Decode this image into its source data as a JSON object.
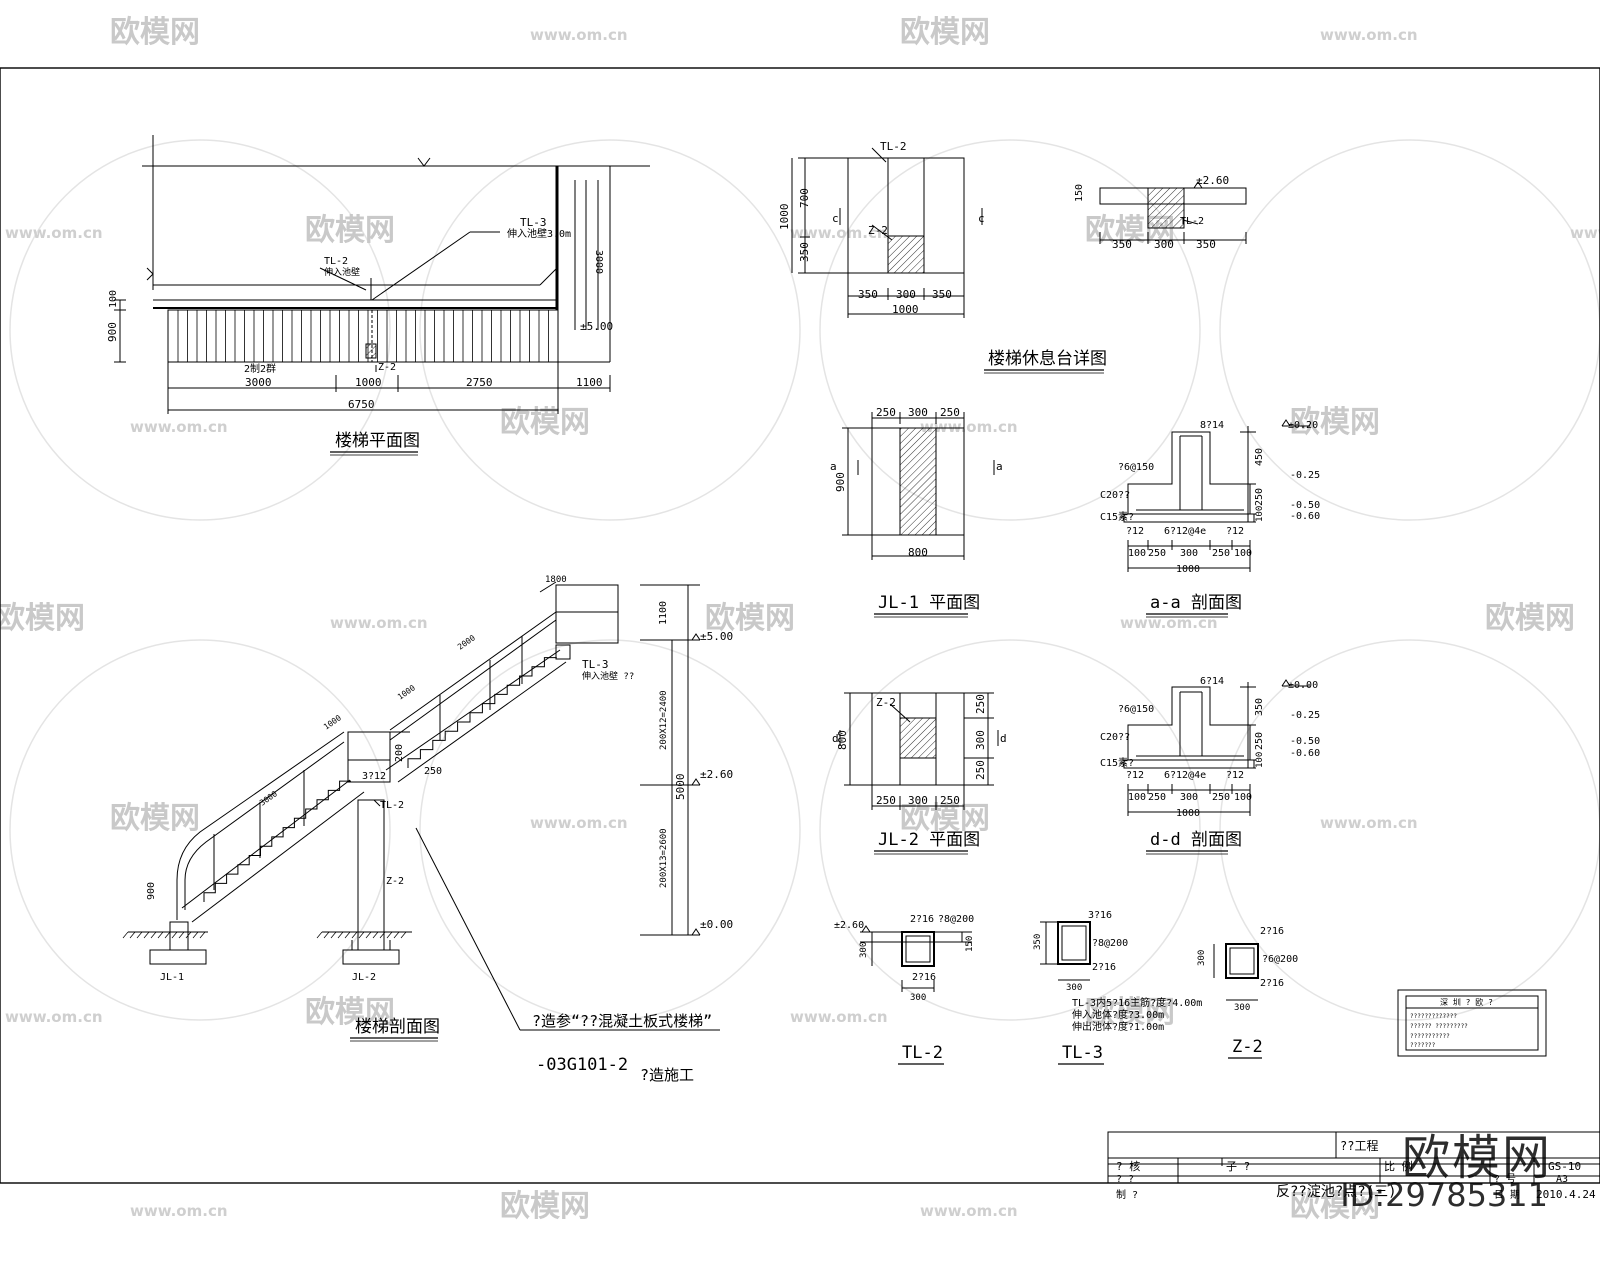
{
  "watermark": {
    "brand": "欧模网",
    "url": "www.om.cn",
    "id": "ID:29785311"
  },
  "stair_plan": {
    "title": "楼梯平面图",
    "tl3_label": "TL-3",
    "tl3_note": "伸入池壁3.0m",
    "tl2_label": "TL-2",
    "tl2_note": "伸入池壁",
    "z2_label": "Z-2",
    "jl_label": "2制2群",
    "elev": "±5.00",
    "dims": [
      "3000",
      "1000",
      "2750",
      "1100",
      "6750",
      "900",
      "100",
      "3000"
    ]
  },
  "landing": {
    "title": "楼梯休息台详图",
    "tl2_label": "TL-2",
    "z2_label": "Z-2",
    "left_dims": [
      "1000",
      "700",
      "350"
    ],
    "bottom_dims": [
      "350",
      "300",
      "350",
      "1000"
    ],
    "cut_mark": "c",
    "sec_elev": "±2.60",
    "sec_h": "150",
    "sec_tl": "TL-2",
    "sec_dims": [
      "350",
      "300",
      "350"
    ]
  },
  "jl1": {
    "title": "JL-1 平面图",
    "top_dims": [
      "250",
      "300",
      "250"
    ],
    "bottom": "800",
    "left": "900",
    "cut": "a"
  },
  "aa": {
    "title": "a-a 剖面图",
    "top_bar": "8?14",
    "stirrup": "?6@150",
    "elev": [
      "±0.20",
      "-0.25",
      "-0.50",
      "-0.60"
    ],
    "concrete": "C20??",
    "base": "C15素?",
    "rebar": [
      "?12",
      "6?12@4e",
      "?12"
    ],
    "heights": [
      "450",
      "250",
      "100"
    ],
    "dims": [
      "100",
      "250",
      "300",
      "250",
      "100",
      "1000"
    ]
  },
  "jl2": {
    "title": "JL-2 平面图",
    "top_label": "Z-2",
    "right_dims": [
      "250",
      "300",
      "250"
    ],
    "bottom_dims": [
      "250",
      "300",
      "250"
    ],
    "left": "800",
    "cut": "d"
  },
  "dd": {
    "title": "d-d 剖面图",
    "top_bar": "6?14",
    "stirrup": "?6@150",
    "elev": [
      "±0.00",
      "-0.25",
      "-0.50",
      "-0.60"
    ],
    "concrete": "C20??",
    "base": "C15素?",
    "rebar": [
      "?12",
      "6?12@4e",
      "?12"
    ],
    "heights": [
      "350",
      "250",
      "100"
    ],
    "dims": [
      "100",
      "250",
      "300",
      "250",
      "100",
      "1000"
    ]
  },
  "section": {
    "title": "楼梯剖面图",
    "top_dim": "1800",
    "tl3_label": "TL-3",
    "tl3_note": "伸入池壁 ??",
    "tl2_label": "TL-2",
    "z2_label": "Z-2",
    "jl1_label": "JL-1",
    "jl2_label": "JL-2",
    "rebar_note": "3?12",
    "step_h": "200",
    "step_w": "250",
    "h_rail": "900",
    "flight_dims": [
      "3000",
      "1000",
      "2000",
      "1000"
    ],
    "elev": [
      "±5.00",
      "±2.60",
      "±0.00"
    ],
    "v_dims": [
      "1100",
      "200X12=2400",
      "5000",
      "200X13=2600"
    ],
    "note1": "?造参“??混凝土板式楼梯”",
    "note2": "-03G101-2",
    "note3": "?造施工"
  },
  "tl2": {
    "title": "TL-2",
    "elev": "±2.60",
    "top": "2?16",
    "stirrup": "?8@200",
    "bottom": "2?16",
    "h": "300",
    "side": "150",
    "w": "300"
  },
  "tl3": {
    "title": "TL-3",
    "top": "3?16",
    "stirrup": "?8@200",
    "bottom": "2?16",
    "h": "350",
    "w": "300",
    "notes": [
      "TL-3内5?16主筋?度?4.00m",
      "伸入池体?度?3.00m",
      "伸出池体?度?1.00m"
    ]
  },
  "z2": {
    "title": "Z-2",
    "top": "2?16",
    "stirrup": "?6@200",
    "bottom": "2?16",
    "h": "300",
    "w": "300"
  },
  "stamp": {
    "title": "深 圳 ? 欧 ?",
    "lines": [
      "?????????????",
      "??????  ?????????",
      "???????????",
      "???????"
    ]
  },
  "titleblock": {
    "r1": [
      "?  核",
      "子  ?",
      "",
      "比 例",
      "",
      "GS-10"
    ],
    "r2": [
      "?  ?",
      "",
      "",
      "?  号",
      "A3"
    ],
    "r3": [
      "制  ?",
      "",
      "",
      "日 期",
      "2010.4.24"
    ],
    "name": "反??淀池?点?(三)",
    "proj": "??工程"
  }
}
